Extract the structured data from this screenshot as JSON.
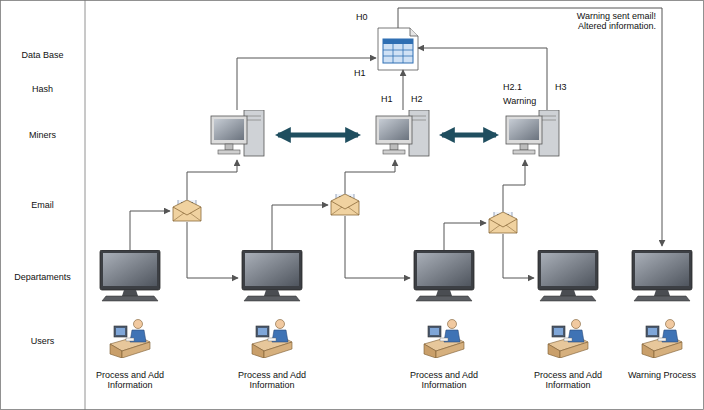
{
  "diagram": {
    "nodes": [
      {
        "text": [
          "H0",
          "H1"
        ]
      },
      {
        "text": [
          "H1",
          "H2"
        ]
      },
      {
        "text": [
          "H2.1",
          "Warning",
          "H3"
        ]
      },
      {
        "text": [
          "Process and Add Information"
        ]
      },
      {
        "text": [
          "Process and Add Information"
        ]
      },
      {
        "text": [
          "Process and Add Information"
        ]
      },
      {
        "text": [
          "Process and Add Information"
        ]
      },
      {
        "text": [
          "Warning Process"
        ]
      }
    ],
    "edges": [
      {
        "from": 1,
        "to": 0,
        "arrow": "to"
      },
      {
        "from": 2,
        "to": 0,
        "arrow": "to"
      },
      {
        "from": 0,
        "to": 7,
        "arrow": "to",
        "label": "Warning sent email! Altered information."
      }
    ],
    "labels": [
      "Data Base",
      "Hash",
      "Miners",
      "Email",
      "Departaments",
      "Users"
    ]
  }
}
